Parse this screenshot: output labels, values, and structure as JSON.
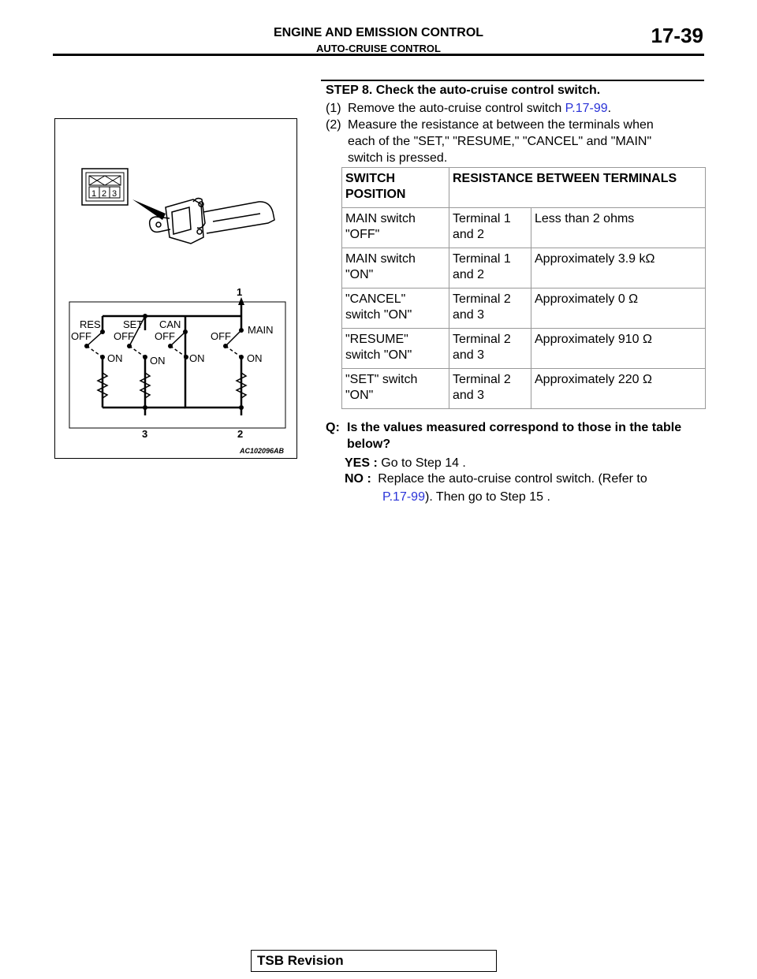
{
  "header": {
    "section_title": "ENGINE AND EMISSION CONTROL",
    "subsection_title": "AUTO-CRUISE CONTROL",
    "page_number": "17-39"
  },
  "figure": {
    "connector_pins": [
      "1",
      "2",
      "3"
    ],
    "switch_labels": {
      "res": "RES",
      "set": "SET",
      "can": "CAN",
      "main": "MAIN",
      "off": "OFF",
      "on": "ON"
    },
    "terminal_labels": {
      "t1": "1",
      "t2": "2",
      "t3": "3"
    },
    "figure_code": "AC102096AB"
  },
  "step": {
    "title": "STEP 8. Check the auto-cruise control switch.",
    "items": [
      {
        "num": "(1)",
        "text": "Remove the auto-cruise control switch ",
        "link": "P.17-99",
        "suffix": "."
      },
      {
        "num": "(2)",
        "line1": "Measure the resistance at between the terminals when",
        "line2": "each of the \"SET,\" \"RESUME,\" \"CANCEL\" and \"MAIN\"",
        "line3": "switch is pressed."
      }
    ]
  },
  "table": {
    "headers": {
      "col1_l1": "SWITCH",
      "col1_l2": "POSITION",
      "col2": "RESISTANCE BETWEEN TERMINALS"
    },
    "rows": [
      {
        "pos1": "MAIN switch",
        "pos2": "\"OFF\"",
        "term1": "Terminal 1",
        "term2": "and 2",
        "value": "Less than 2 ohms"
      },
      {
        "pos1": "MAIN switch",
        "pos2": "\"ON\"",
        "term1": "Terminal 1",
        "term2": "and 2",
        "value": "Approximately 3.9 kΩ"
      },
      {
        "pos1": "\"CANCEL\"",
        "pos2": "switch \"ON\"",
        "term1": "Terminal 2",
        "term2": "and 3",
        "value": "Approximately 0 Ω"
      },
      {
        "pos1": "\"RESUME\"",
        "pos2": "switch \"ON\"",
        "term1": "Terminal 2",
        "term2": "and 3",
        "value": "Approximately 910 Ω"
      },
      {
        "pos1": "\"SET\" switch",
        "pos2": "\"ON\"",
        "term1": "Terminal 2",
        "term2": "and 3",
        "value": "Approximately 220 Ω"
      }
    ]
  },
  "question": {
    "label": "Q:",
    "line1": "Is the values measured correspond to those in the table",
    "line2": "below?",
    "yes_label": "YES :",
    "yes_text": "Go to Step 14 .",
    "no_label": "NO :",
    "no_text_line1": "Replace the auto-cruise control switch. (Refer to",
    "no_link": "P.17-99",
    "no_text_after": "). Then go to Step 15 ."
  },
  "footer": {
    "label": "TSB Revision"
  }
}
